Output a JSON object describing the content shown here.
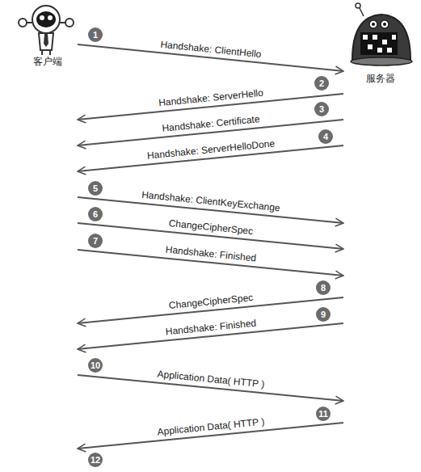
{
  "diagram": {
    "nodes": [
      {
        "text": [
          "客户端"
        ]
      },
      {
        "text": [
          "服务器"
        ]
      }
    ],
    "edges": [
      {
        "from": 0,
        "to": 1,
        "arrow": "to",
        "label": "Handshake: ClientHello"
      },
      {
        "from": 1,
        "to": 0,
        "arrow": "to",
        "label": "Handshake: ServerHello"
      },
      {
        "from": 1,
        "to": 0,
        "arrow": "to",
        "label": "Handshake: Certificate"
      },
      {
        "from": 1,
        "to": 0,
        "arrow": "to",
        "label": "Handshake: ServerHelloDone"
      },
      {
        "from": 0,
        "to": 1,
        "arrow": "to",
        "label": "Handshake: ClientKeyExchange"
      },
      {
        "from": 0,
        "to": 1,
        "arrow": "to",
        "label": "ChangeCipherSpec"
      },
      {
        "from": 0,
        "to": 1,
        "arrow": "to",
        "label": "Handshake: Finished"
      },
      {
        "from": 1,
        "to": 0,
        "arrow": "to",
        "label": "ChangeCipherSpec"
      },
      {
        "from": 1,
        "to": 0,
        "arrow": "to",
        "label": "Handshake: Finished"
      },
      {
        "from": 0,
        "to": 1,
        "arrow": "to",
        "label": "Application Data( HTTP )"
      },
      {
        "from": 1,
        "to": 0,
        "arrow": "to",
        "label": "Application Data( HTTP )"
      }
    ],
    "labels": [
      "1",
      "2",
      "3",
      "4",
      "5",
      "6",
      "7",
      "8",
      "9",
      "10",
      "11",
      "12"
    ]
  }
}
